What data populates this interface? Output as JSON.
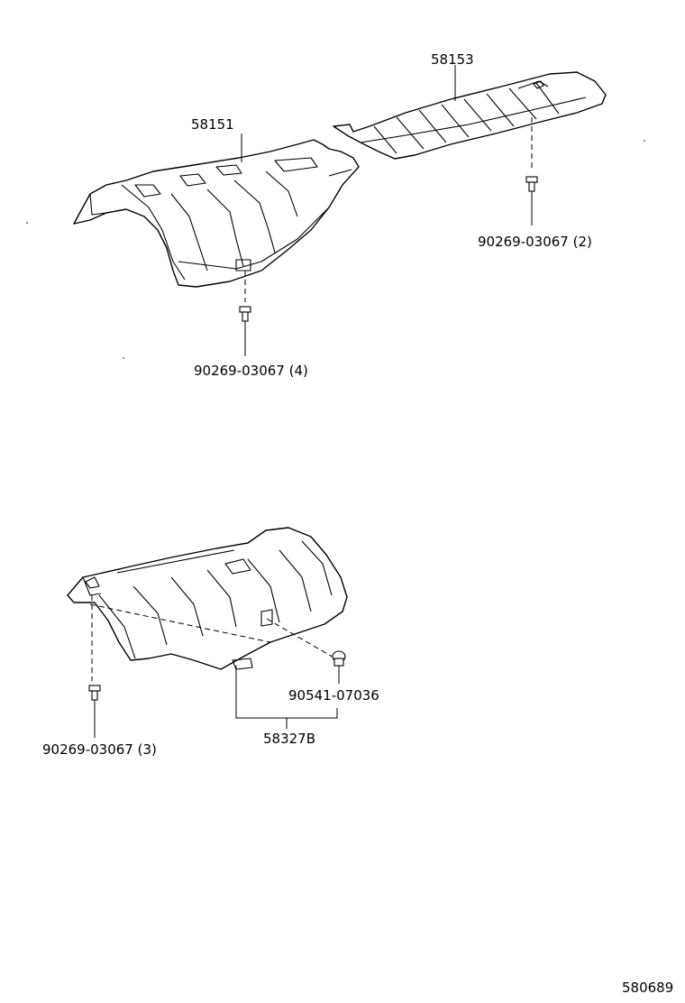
{
  "labels": {
    "shield_front": "58151",
    "shield_rear": "58153",
    "bolt_front": "90269-03067 (4)",
    "bolt_rear": "90269-03067 (2)",
    "shield_lower": "58327B",
    "clip_lower": "90541-07036",
    "bolt_lower": "90269-03067 (3)",
    "diagram_code": "580689"
  },
  "colors": {
    "line": "#000000",
    "background": "#ffffff"
  }
}
